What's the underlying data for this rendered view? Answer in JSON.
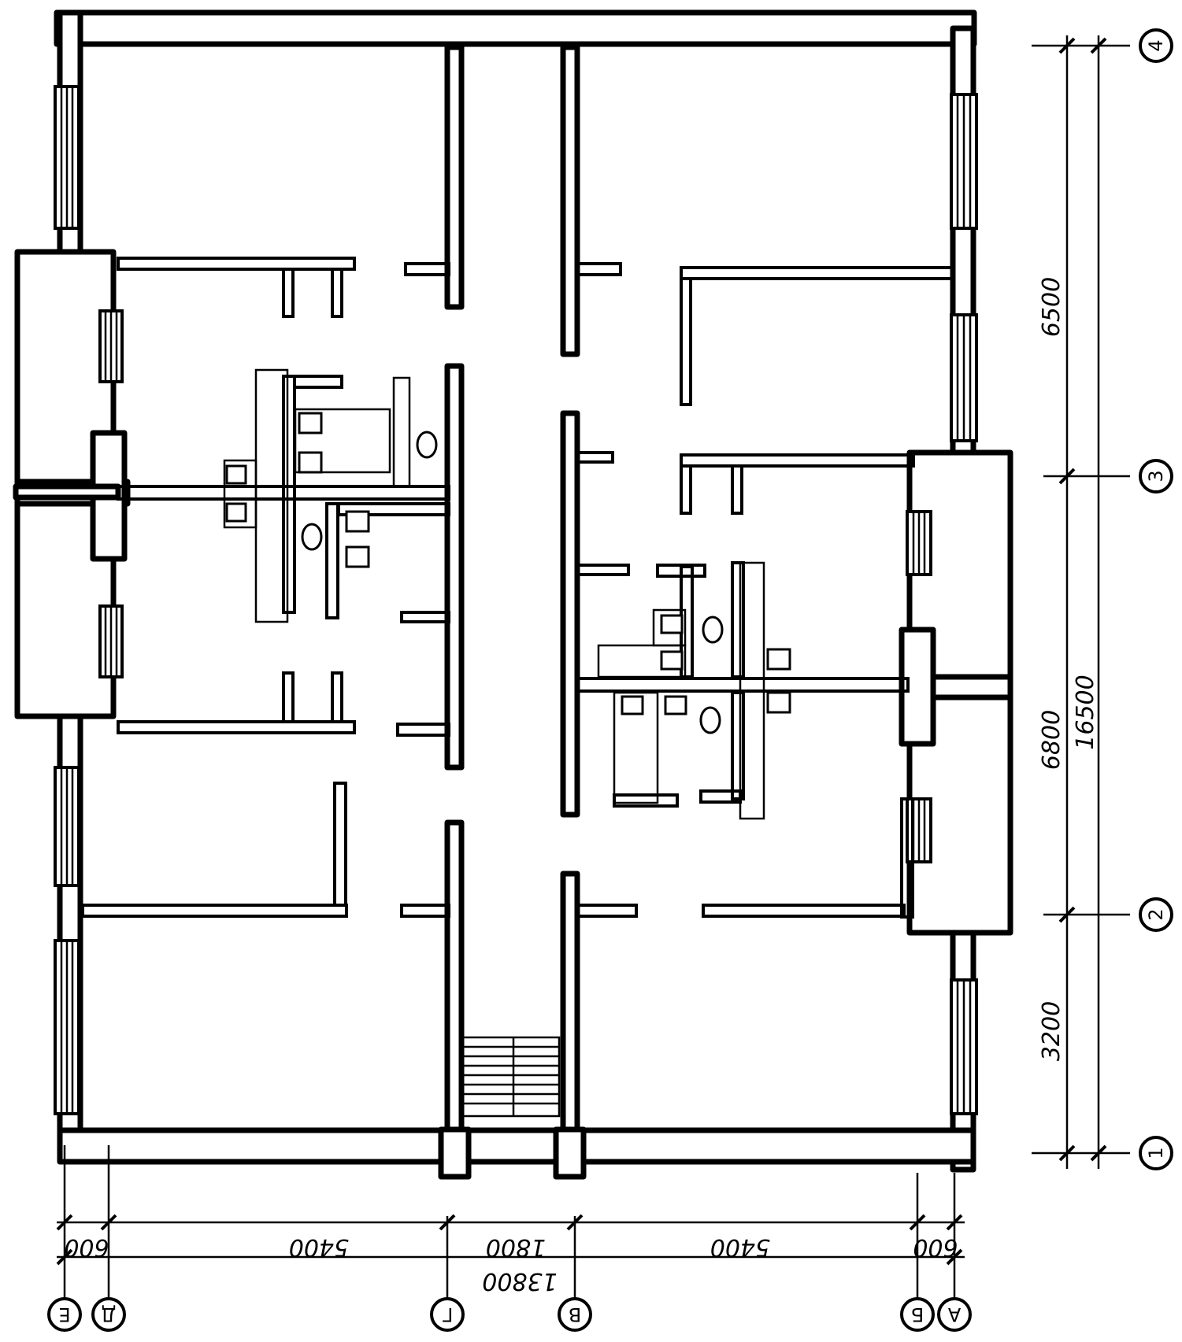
{
  "dimensions": {
    "right_segments": [
      "6500",
      "6800",
      "3200"
    ],
    "right_total": "16500",
    "bottom_segments": [
      "600",
      "5400",
      "1800",
      "5400",
      "600"
    ],
    "bottom_total": "13800"
  },
  "axes": {
    "right": [
      "4",
      "3",
      "2",
      "1"
    ],
    "bottom": [
      "Е",
      "Д",
      "Г",
      "В",
      "Б",
      "А"
    ]
  }
}
